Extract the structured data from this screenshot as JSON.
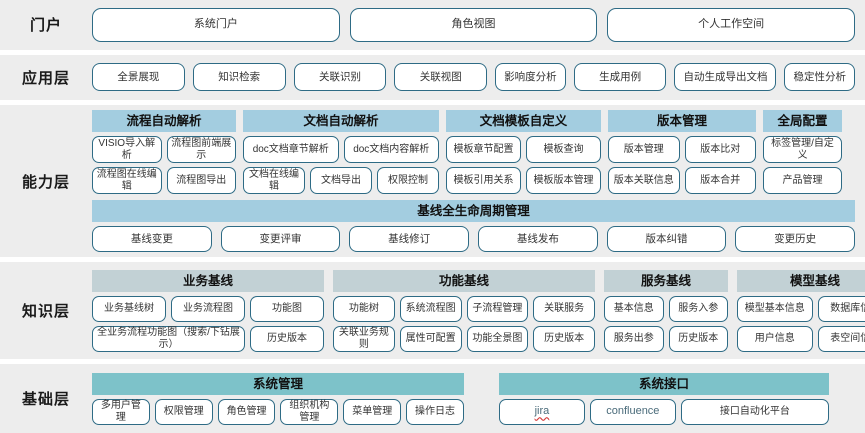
{
  "layers": {
    "portal": {
      "label": "门户",
      "items": [
        "系统门户",
        "角色视图",
        "个人工作空间"
      ]
    },
    "application": {
      "label": "应用层",
      "items": [
        "全景展现",
        "知识检索",
        "关联识别",
        "关联视图",
        "影响度分析",
        "生成用例",
        "自动生成导出文档",
        "稳定性分析"
      ]
    },
    "capability": {
      "label": "能力层",
      "groups": [
        {
          "title": "流程自动解析",
          "rows": [
            [
              "VISIO导入解析",
              "流程图前端展示"
            ],
            [
              "流程图在线编辑",
              "流程图导出"
            ]
          ]
        },
        {
          "title": "文档自动解析",
          "rows": [
            [
              "doc文档章节解析",
              "doc文档内容解析"
            ],
            [
              "文档在线编辑",
              "文档导出",
              "权限控制"
            ]
          ]
        },
        {
          "title": "文档模板自定义",
          "rows": [
            [
              "模板章节配置",
              "模板查询"
            ],
            [
              "模板引用关系",
              "模板版本管理"
            ]
          ]
        },
        {
          "title": "版本管理",
          "rows": [
            [
              "版本管理",
              "版本比对"
            ],
            [
              "版本关联信息",
              "版本合并"
            ]
          ]
        },
        {
          "title": "全局配置",
          "rows": [
            [
              "标签管理/自定义"
            ],
            [
              "产品管理"
            ]
          ]
        }
      ],
      "lifecycle": {
        "title": "基线全生命周期管理",
        "items": [
          "基线变更",
          "变更评审",
          "基线修订",
          "基线发布",
          "版本纠错",
          "变更历史"
        ]
      }
    },
    "knowledge": {
      "label": "知识层",
      "groups": [
        {
          "title": "业务基线",
          "rows": [
            [
              "业务基线树",
              "业务流程图",
              "功能图"
            ],
            [
              "全业务流程功能图（搜索/下钻展示）",
              "历史版本"
            ]
          ]
        },
        {
          "title": "功能基线",
          "rows": [
            [
              "功能树",
              "系统流程图",
              "子流程管理",
              "关联服务"
            ],
            [
              "关联业务规则",
              "属性可配置",
              "功能全景图",
              "历史版本"
            ]
          ]
        },
        {
          "title": "服务基线",
          "rows": [
            [
              "基本信息",
              "服务入参"
            ],
            [
              "服务出参",
              "历史版本"
            ]
          ]
        },
        {
          "title": "模型基线",
          "rows": [
            [
              "模型基本信息",
              "数据库信息"
            ],
            [
              "用户信息",
              "表空间信息"
            ]
          ]
        }
      ]
    },
    "foundation": {
      "label": "基础层",
      "groups": [
        {
          "title": "系统管理",
          "rows": [
            [
              "多用户管理",
              "权限管理",
              "角色管理",
              "组织机构管理",
              "菜单管理",
              "操作日志"
            ]
          ]
        },
        {
          "title": "系统接口",
          "rows": [
            [
              "jira",
              "confluence",
              "接口自动化平台"
            ]
          ]
        }
      ]
    }
  },
  "colors": {
    "band_background": "#ededed",
    "pill_border": "#2e6b85",
    "capability_header": "#a3cde0",
    "knowledge_header": "#c2d1d5",
    "foundation_header": "#7dc2c9",
    "page_background": "#ffffff"
  }
}
